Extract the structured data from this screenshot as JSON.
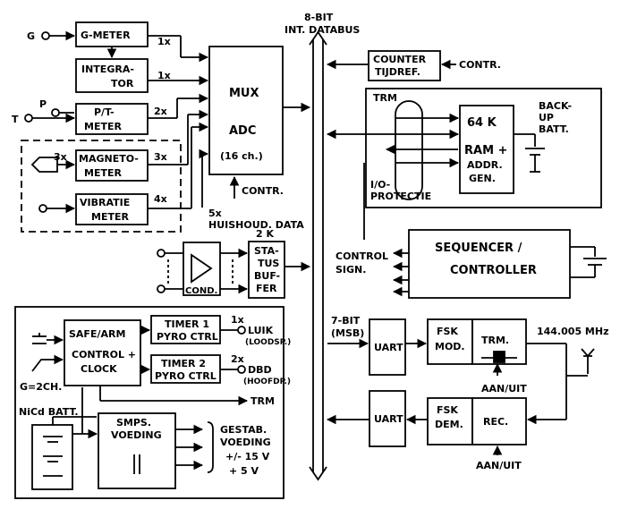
{
  "colors": {
    "ink": "#000000",
    "paper": "#ffffff"
  },
  "bus": {
    "l1": "8-BIT",
    "l2": "INT. DATABUS"
  },
  "inputs": {
    "g": "G",
    "t": "T",
    "p": "P"
  },
  "blocks": {
    "gmeter": "G-METER",
    "integrator": [
      "INTEGRA-",
      "TOR"
    ],
    "ptmeter": [
      "P/T-",
      "METER"
    ],
    "magnetometer": [
      "MAGNETO-",
      "METER"
    ],
    "vibratie": [
      "VIBRATIE",
      "METER"
    ],
    "mux": [
      "MUX",
      "ADC",
      "(16 ch.)"
    ],
    "counter": [
      "COUNTER",
      "TIJDREF."
    ],
    "ram": [
      "64 K",
      "RAM +",
      "ADDR.",
      "GEN."
    ],
    "trm_title": "TRM",
    "protectie": [
      "I/O-",
      "PROTECTIE"
    ],
    "cond": "COND.",
    "status": [
      "STA-",
      "TUS",
      "BUF-",
      "FER"
    ],
    "sequencer": [
      "SEQUENCER /",
      "CONTROLLER"
    ],
    "safe": [
      "SAFE/ARM",
      "CONTROL +",
      "CLOCK"
    ],
    "timer1": [
      "TIMER 1",
      "PYRO CTRL"
    ],
    "timer2": [
      "TIMER 2",
      "PYRO CTRL"
    ],
    "smps": [
      "SMPS.",
      "VOEDING"
    ],
    "uart": "UART",
    "fskmod": [
      "FSK",
      "MOD."
    ],
    "trm2": "TRM.",
    "fskdem": [
      "FSK",
      "DEM."
    ],
    "rec": "REC."
  },
  "labels": {
    "x1a": "1x",
    "x1b": "1x",
    "x2": "2x",
    "x3a": "3x",
    "x3b": "3x",
    "x4": "4x",
    "contr_counter": "CONTR.",
    "contr_mux": "CONTR.",
    "huishoud": [
      "5x",
      "HUISHOUD. DATA"
    ],
    "x2k": "2 K",
    "backup": [
      "BACK-",
      "UP",
      "BATT."
    ],
    "control_sign": [
      "CONTROL",
      "SIGN."
    ],
    "bit7": [
      "7-BIT",
      "(MSB)"
    ],
    "freq": "144.005 MHz",
    "aanuit1": "AAN/UIT",
    "aanuit2": "AAN/UIT",
    "luik": [
      "1x",
      "LUIK",
      "(LOODSP.)"
    ],
    "dbd": [
      "2x",
      "DBD",
      "(HOOFDP.)"
    ],
    "trm_out": "TRM",
    "g2ch": "G=2CH.",
    "nicd": "NiCd BATT.",
    "gestab": [
      "GESTAB.",
      "VOEDING",
      "+/- 15 V",
      "+ 5 V"
    ]
  }
}
